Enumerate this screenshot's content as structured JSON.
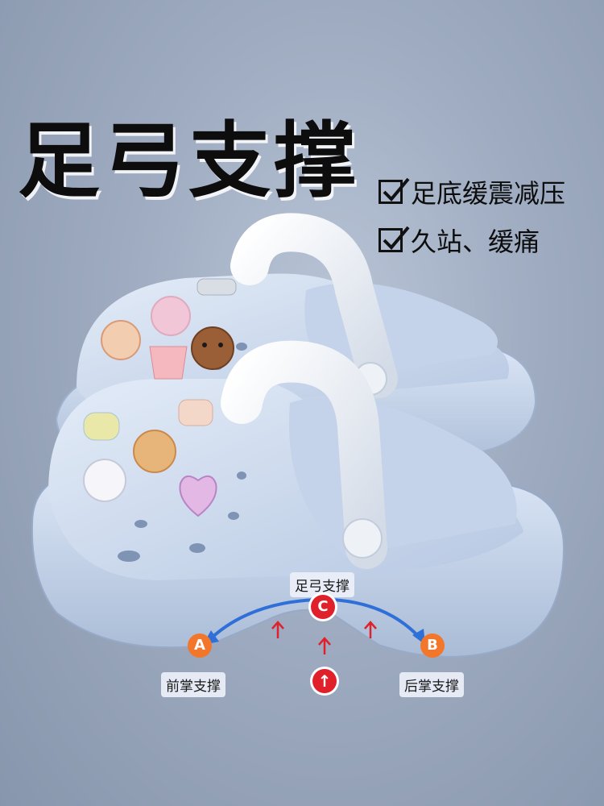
{
  "headline": "足弓支撑",
  "features": [
    {
      "icon": "checkbox-checked-icon",
      "text": "足底缓震减压"
    },
    {
      "icon": "checkbox-checked-icon",
      "text": "久站、缓痛"
    }
  ],
  "diagram": {
    "arch_label": "足弓支撑",
    "forefoot_label": "前掌支撑",
    "heel_label": "后掌支撑",
    "marker_a": "A",
    "marker_b": "B",
    "marker_c": "C",
    "up_icon": "arrow-up-icon"
  },
  "colors": {
    "background": "#9eabc0",
    "shoe": "#c9d8ee",
    "strap": "#eef1f6",
    "accent_orange": "#f3772a",
    "accent_red": "#e0202a",
    "arc_blue": "#2f6fd8"
  }
}
